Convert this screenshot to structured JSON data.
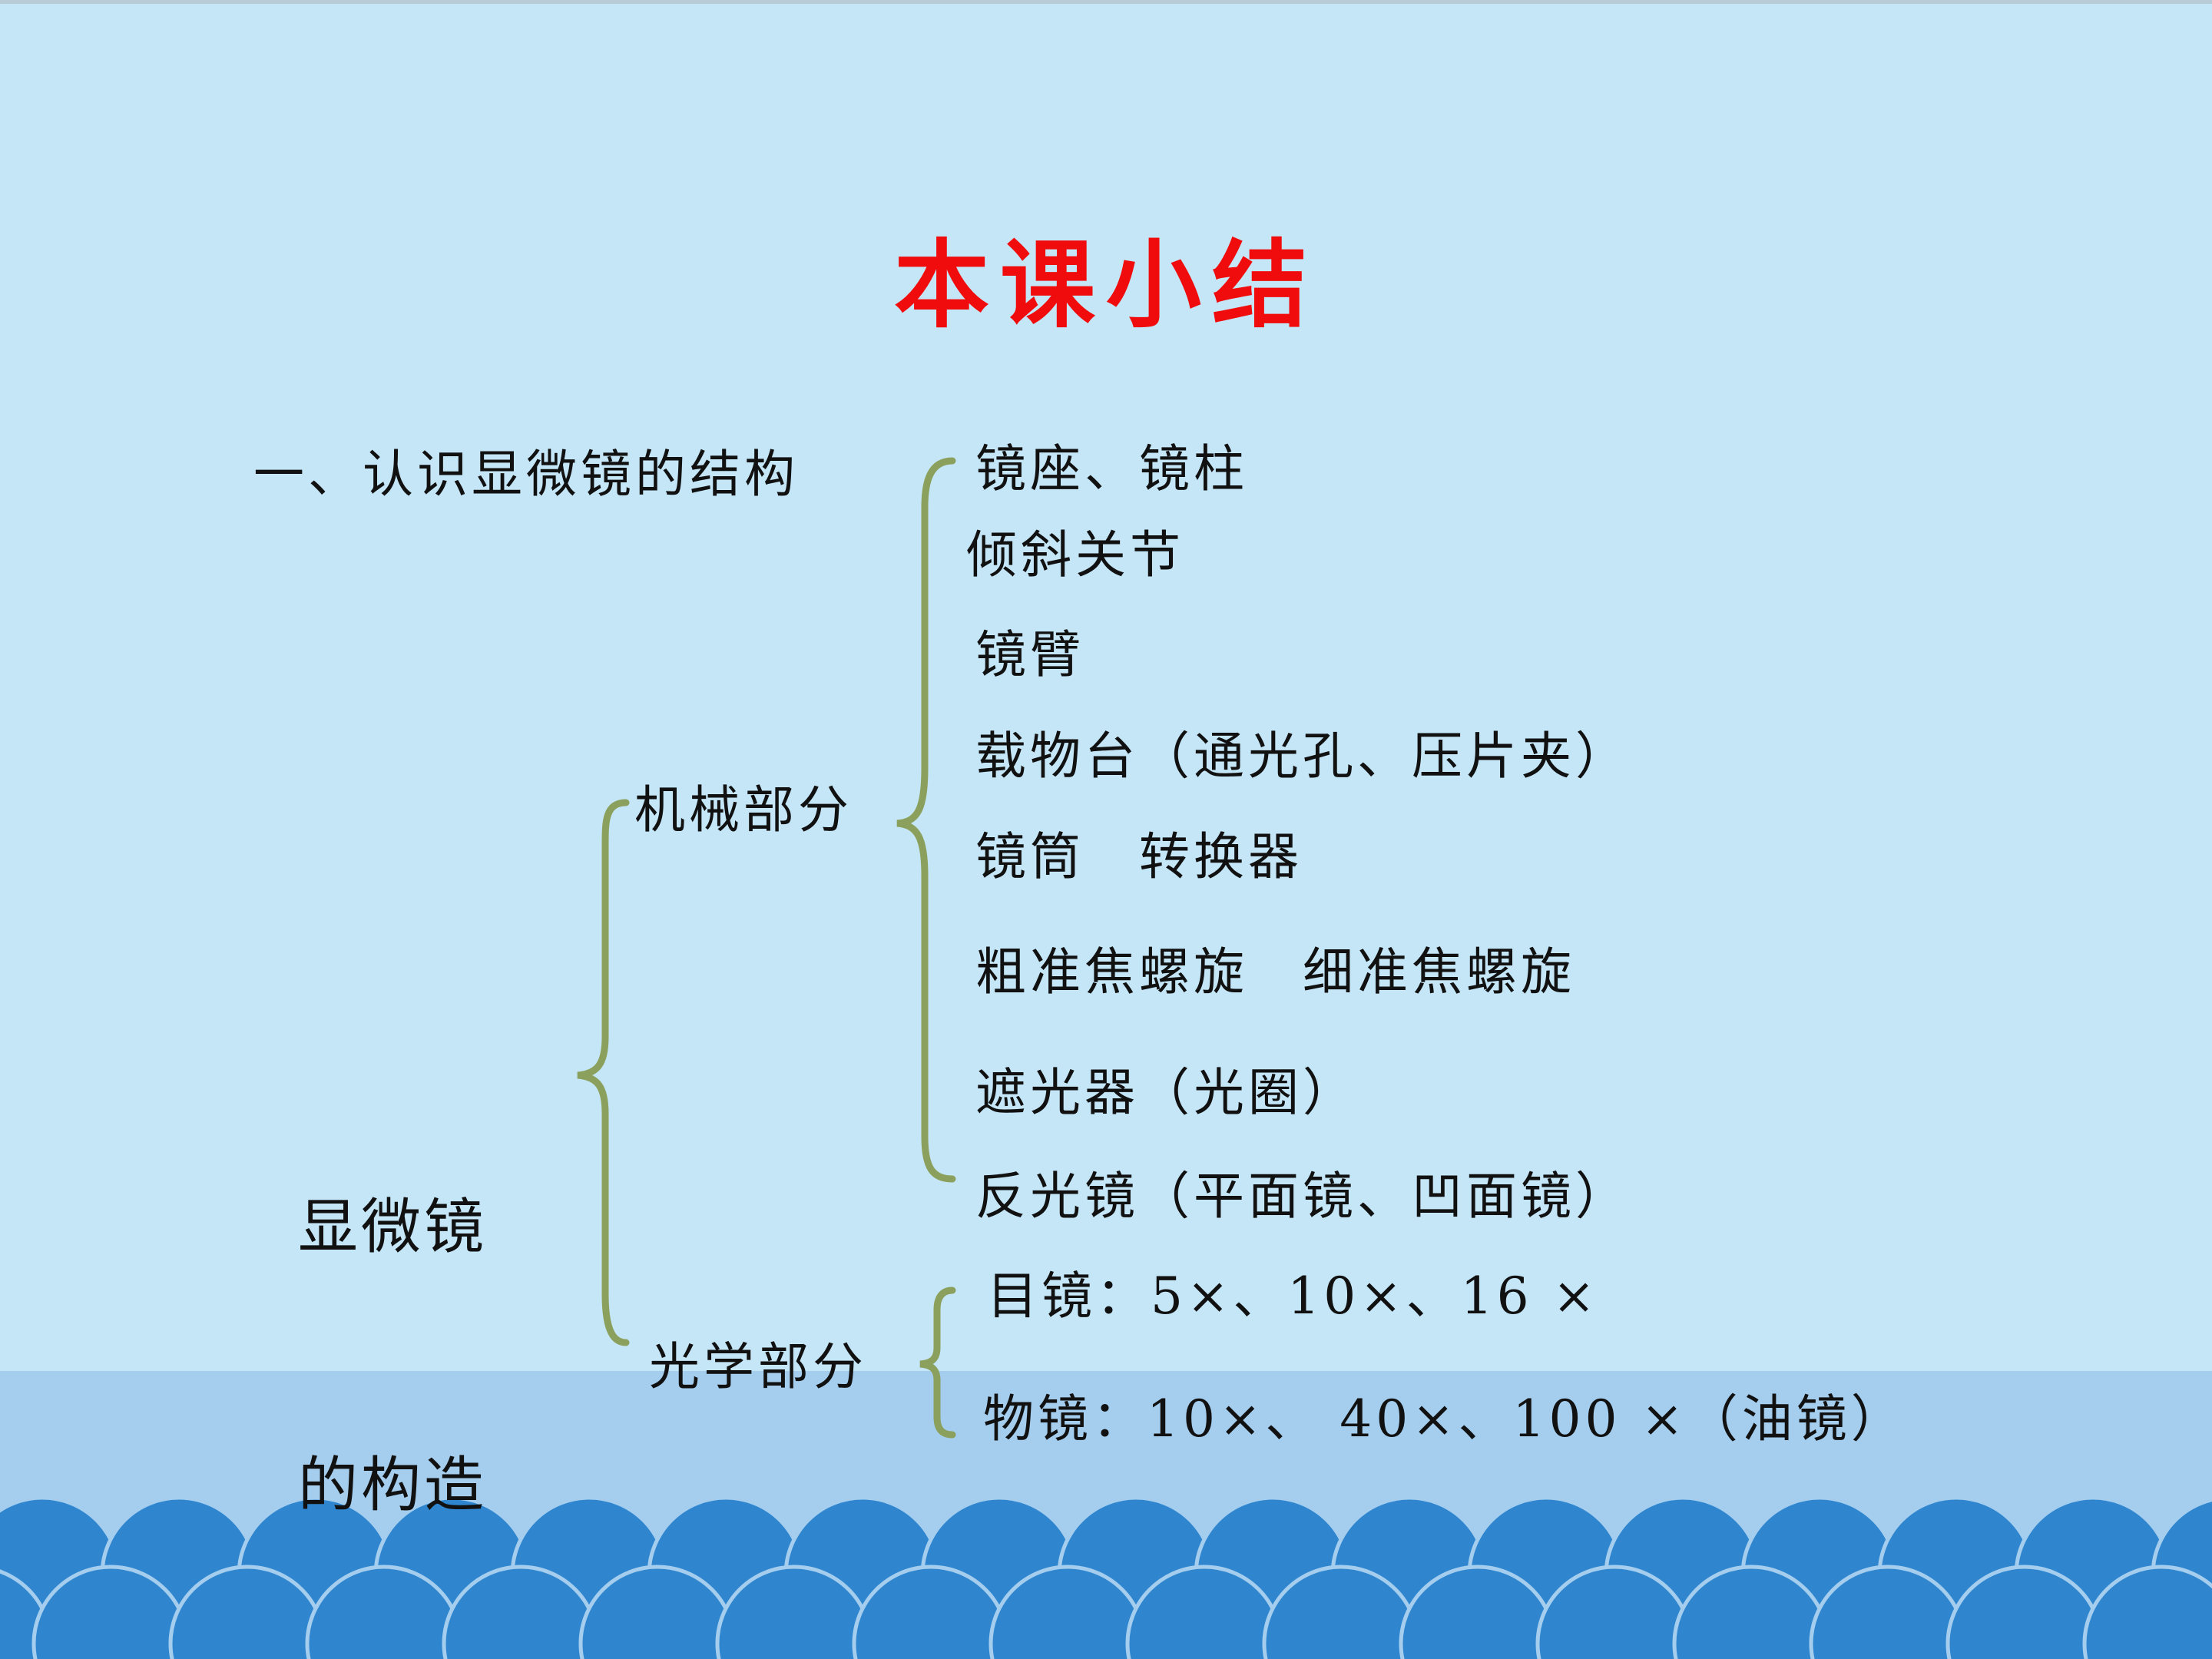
{
  "slide": {
    "title": "本课小结",
    "section_heading": "一、认识显微镜的结构",
    "main_label_lines": [
      "显微镜",
      "的构造"
    ],
    "mechanical": {
      "label": "机械部分",
      "items": [
        "镜座、镜柱",
        "倾斜关节",
        "镜臂",
        "载物台（通光孔、压片夹）",
        "镜筒　转换器",
        "粗准焦螺旋　细准焦螺旋",
        "遮光器（光圈）",
        "反光镜（平面镜、凹面镜）"
      ]
    },
    "optical": {
      "label": "光学部分",
      "items": [
        "目镜：5×、10×、16 ×",
        "物镜：10×、 40×、100 ×（油镜）"
      ]
    }
  },
  "colors": {
    "background": "#c5e6f7",
    "sea": "#a4cdee",
    "wave": "#2f86cf",
    "title": "#f00c0c",
    "brace": "#8ba05c",
    "text": "#111111"
  }
}
